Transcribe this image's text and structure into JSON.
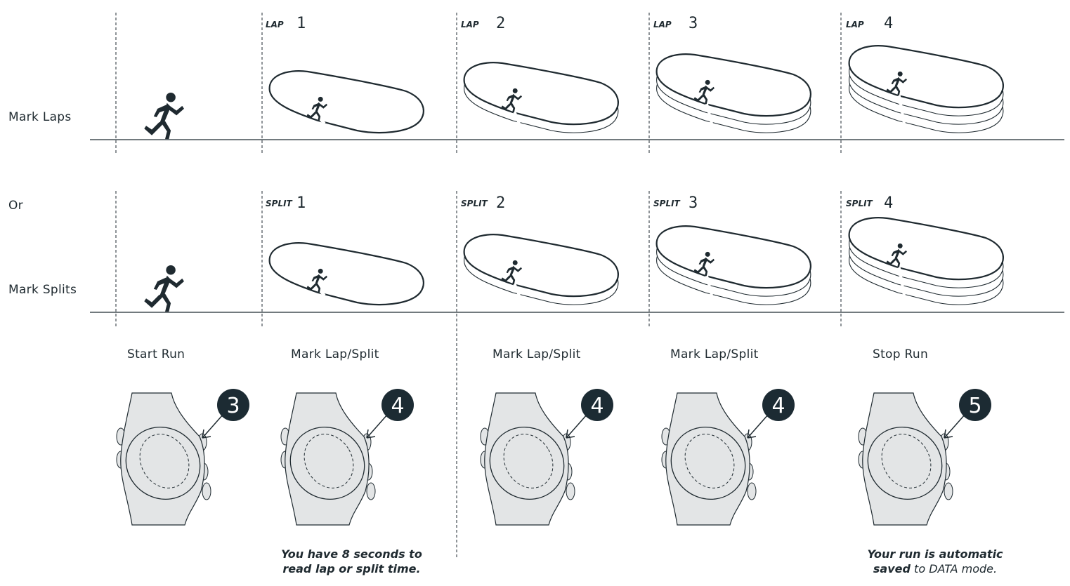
{
  "rows": {
    "mark_laps": "Mark Laps",
    "or": "Or",
    "mark_splits": "Mark Splits"
  },
  "lap_labels": [
    "LAP",
    "LAP",
    "LAP",
    "LAP"
  ],
  "split_labels": [
    "SPLIT",
    "SPLIT",
    "SPLIT",
    "SPLIT"
  ],
  "segment_numbers": [
    "1",
    "2",
    "3",
    "4"
  ],
  "stages": [
    {
      "label": "Start Run",
      "button": "3"
    },
    {
      "label": "Mark Lap/Split",
      "button": "4"
    },
    {
      "label": "Mark Lap/Split",
      "button": "4"
    },
    {
      "label": "Mark Lap/Split",
      "button": "4"
    },
    {
      "label": "Stop Run",
      "button": "5"
    }
  ],
  "notes": {
    "lap_note_line1": "You have 8 seconds to",
    "lap_note_line2": "read lap or split time.",
    "stop_note_line1": "Your run is automatic",
    "stop_note_bold": "saved",
    "stop_note_rest": " to DATA mode."
  },
  "colors": {
    "ink": "#1f2a30",
    "watch_fill": "#e3e5e6",
    "badge": "#1c2b33"
  },
  "icons": [
    "runner-icon",
    "track-icon",
    "watch-icon",
    "button-badge-icon",
    "arrow-icon"
  ]
}
